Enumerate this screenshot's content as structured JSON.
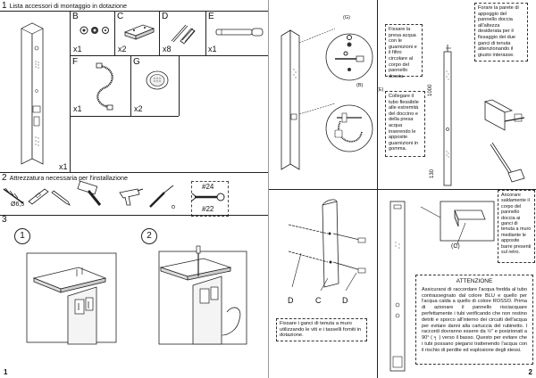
{
  "page1": {
    "section1_number": "1",
    "section1_title": "Lista accessori di montaggio in dotazione",
    "section2_number": "2",
    "section2_title": "Attrezzatura necessaria per l'installazione",
    "section3_number": "3",
    "panel_qty": "x1",
    "parts": [
      {
        "letter": "B",
        "qty": "x1"
      },
      {
        "letter": "C",
        "qty": "x2"
      },
      {
        "letter": "D",
        "qty": "x8"
      },
      {
        "letter": "E",
        "qty": "x1"
      },
      {
        "letter": "F",
        "qty": "x1"
      },
      {
        "letter": "G",
        "qty": "x2"
      }
    ],
    "drill_bit_label": "Ø6,5",
    "wrench_label_1": "#24",
    "wrench_label_2": "#22",
    "step1": "1",
    "step2": "2",
    "page_number": "1"
  },
  "page2": {
    "note_panel_connection": "Fissare la presa acqua con le guarnizioni e il filtro circolare al corpo del pannello doccia.",
    "note_hose_connection": "Collegare il tubo flessibile alle estremità del doccino e della presa acqua inserendo le apposite guarnizioni in gomma.",
    "note_drill_wall": "Forare la parete di appoggio del pannello doccia all'altezza desiderata per il fissaggio dei due ganci di tenuta attenzionando il giusto interasse.",
    "note_fix_hooks": "Fissare i ganci di tenuta a muro utilizzando le viti e i tasselli forniti in dotazione.",
    "note_anchor": "Ancorare saldamente il corpo del pannello doccia ai ganci di tenuta a muro mediante le apposite barre presenti sul retro.",
    "callout_g": "(G)",
    "callout_b": "(B)",
    "callout_e": "(E)",
    "callout_c": "(C)",
    "dim_1000": "1000",
    "dim_130": "130",
    "label_d_left": "D",
    "label_c": "C",
    "label_d_right": "D",
    "warning_title": "ATTENZIONE",
    "warning_text": "Assicurarsi di raccordare l'acqua fredda al tubo contrassegnato dal colore BLU e quello per l'acqua calda a quello di colore ROSSO. Prima di azionare il pannello risciacquare perfettamente i tubi verificando che non restino detriti e sporco all'interno dei circuiti dell'acqua per evitare danni alla cartuccia del rubinetto. I raccordi dovranno essere da ½\" e posizionati a 90° ( ╕ ) verso il basso. Questo per evitare che i tubi possano piegarsi trattenendo l'acqua con il rischio di perdite ed esplosione degli stessi.",
    "page_number": "2"
  }
}
